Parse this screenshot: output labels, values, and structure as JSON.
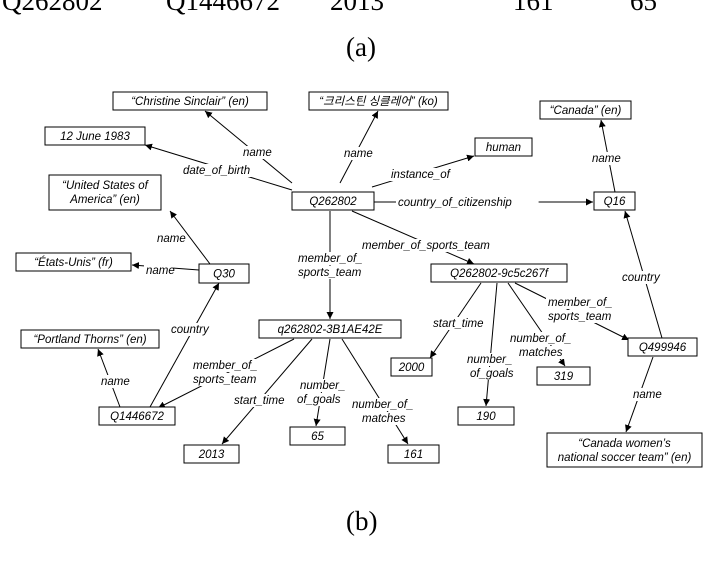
{
  "top_row": [
    "Q262802",
    "Q1446672",
    "2013",
    "161",
    "65"
  ],
  "caption_a": "(a)",
  "caption_b": "(b)",
  "diagram": {
    "nodes": [
      {
        "id": "Q262802",
        "label": "Q262802"
      },
      {
        "id": "christine_en",
        "label": "“Christine Sinclair” (en)"
      },
      {
        "id": "christine_ko",
        "label": "“크리스틴 싱클레어” (ko)"
      },
      {
        "id": "canada_en",
        "label": "“Canada” (en)"
      },
      {
        "id": "date1983",
        "label": "12 June 1983"
      },
      {
        "id": "human",
        "label": "human"
      },
      {
        "id": "usa_en",
        "label": "“United States of America” (en)"
      },
      {
        "id": "Q16",
        "label": "Q16"
      },
      {
        "id": "usa_fr",
        "label": "“États-Unis” (fr)"
      },
      {
        "id": "Q30",
        "label": "Q30"
      },
      {
        "id": "stmtB",
        "label": "Q262802-9c5c267f"
      },
      {
        "id": "portland_en",
        "label": "“Portland Thorns” (en)"
      },
      {
        "id": "stmtA",
        "label": "q262802-3B1AE42E"
      },
      {
        "id": "Q499946",
        "label": "Q499946"
      },
      {
        "id": "v2000",
        "label": "2000"
      },
      {
        "id": "v319",
        "label": "319"
      },
      {
        "id": "Q1446672",
        "label": "Q1446672"
      },
      {
        "id": "v190",
        "label": "190"
      },
      {
        "id": "v65",
        "label": "65"
      },
      {
        "id": "canada_women_en",
        "label": "“Canada women’s national soccer team” (en)"
      },
      {
        "id": "v2013",
        "label": "2013"
      },
      {
        "id": "v161",
        "label": "161"
      }
    ],
    "edges": [
      {
        "from": "Q262802",
        "to": "christine_en",
        "label": "name"
      },
      {
        "from": "Q262802",
        "to": "christine_ko",
        "label": "name"
      },
      {
        "from": "Q262802",
        "to": "date1983",
        "label": "date_of_birth"
      },
      {
        "from": "Q262802",
        "to": "human",
        "label": "instance_of"
      },
      {
        "from": "Q262802",
        "to": "Q16",
        "label": "country_of_citizenship"
      },
      {
        "from": "Q262802",
        "to": "stmtA",
        "label": "member_of_ sports_team"
      },
      {
        "from": "Q262802",
        "to": "stmtB",
        "label": "member_of_sports_team"
      },
      {
        "from": "Q16",
        "to": "canada_en",
        "label": "name"
      },
      {
        "from": "Q30",
        "to": "usa_en",
        "label": "name"
      },
      {
        "from": "Q30",
        "to": "usa_fr",
        "label": "name"
      },
      {
        "from": "Q1446672",
        "to": "Q30",
        "label": "country"
      },
      {
        "from": "Q1446672",
        "to": "portland_en",
        "label": "name"
      },
      {
        "from": "stmtA",
        "to": "Q1446672",
        "label": "member_of_ sports_team"
      },
      {
        "from": "stmtA",
        "to": "v2013",
        "label": "start_time"
      },
      {
        "from": "stmtA",
        "to": "v65",
        "label": "number_ of_goals"
      },
      {
        "from": "stmtA",
        "to": "v161",
        "label": "number_of_ matches"
      },
      {
        "from": "stmtB",
        "to": "v2000",
        "label": "start_time"
      },
      {
        "from": "stmtB",
        "to": "v190",
        "label": "number_ of_goals"
      },
      {
        "from": "stmtB",
        "to": "v319",
        "label": "number_of_ matches"
      },
      {
        "from": "stmtB",
        "to": "Q499946",
        "label": "member_of_ sports_team"
      },
      {
        "from": "Q499946",
        "to": "Q16",
        "label": "country"
      },
      {
        "from": "Q499946",
        "to": "canada_women_en",
        "label": "name"
      }
    ]
  }
}
